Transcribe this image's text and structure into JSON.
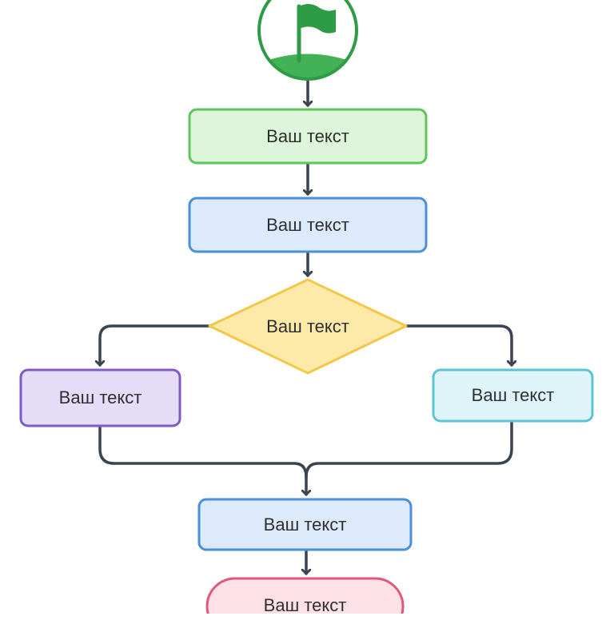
{
  "colors": {
    "line": "#3b4452",
    "start_stroke": "#2e9b45",
    "start_fill": "#ffffff",
    "flag": "#2e9b45",
    "hill": "#43b155",
    "green_fill": "#ddf5da",
    "green_stroke": "#5fc45a",
    "blue_fill": "#dceafc",
    "blue_stroke": "#4a8fdc",
    "yellow_fill": "#fde9a8",
    "yellow_stroke": "#f2c84c",
    "purple_fill": "#e5dcf7",
    "purple_stroke": "#7e59c7",
    "cyan_fill": "#dff4f8",
    "cyan_stroke": "#5cc3d2",
    "pink_fill": "#fde1e7",
    "pink_stroke": "#e0577b"
  },
  "icons": {
    "start": "flag-icon"
  },
  "nodes": {
    "step1": "Ваш текст",
    "step2": "Ваш текст",
    "decision": "Ваш текст",
    "left_branch": "Ваш текст",
    "right_branch": "Ваш текст",
    "step3": "Ваш текст",
    "end": "Ваш текст"
  }
}
